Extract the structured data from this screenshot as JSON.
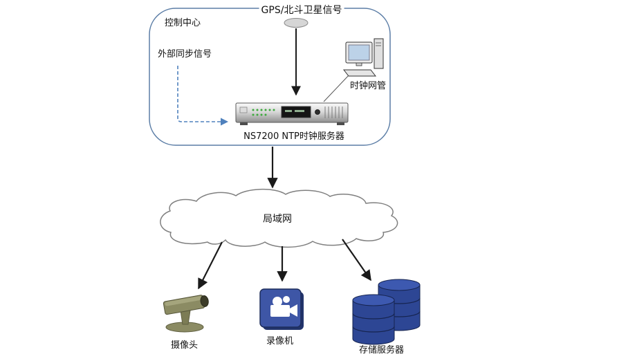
{
  "diagram": {
    "nodes": {
      "gps": {
        "label": "GPS/北斗卫星信号"
      },
      "control_center": {
        "label": "控制中心"
      },
      "external_sync": {
        "label": "外部同步信号"
      },
      "clock_nm": {
        "label": "时钟网管"
      },
      "ntp_server": {
        "label": "NS7200 NTP时钟服务器"
      },
      "lan": {
        "label": "局域网"
      },
      "camera": {
        "label": "摄像头"
      },
      "recorder": {
        "label": "录像机"
      },
      "storage": {
        "label": "存储服务器"
      }
    },
    "colors": {
      "boundary_stroke": "#5b7da6",
      "arrow_black": "#1a1a1a",
      "dashed_blue": "#4f81bd",
      "cloud_stroke": "#7f7f7f",
      "camera_olive": "#8b8b63",
      "recorder_blue": "#3e56a6",
      "storage_navy": "#2d4694",
      "storage_navy_top": "#3d59b0"
    }
  }
}
